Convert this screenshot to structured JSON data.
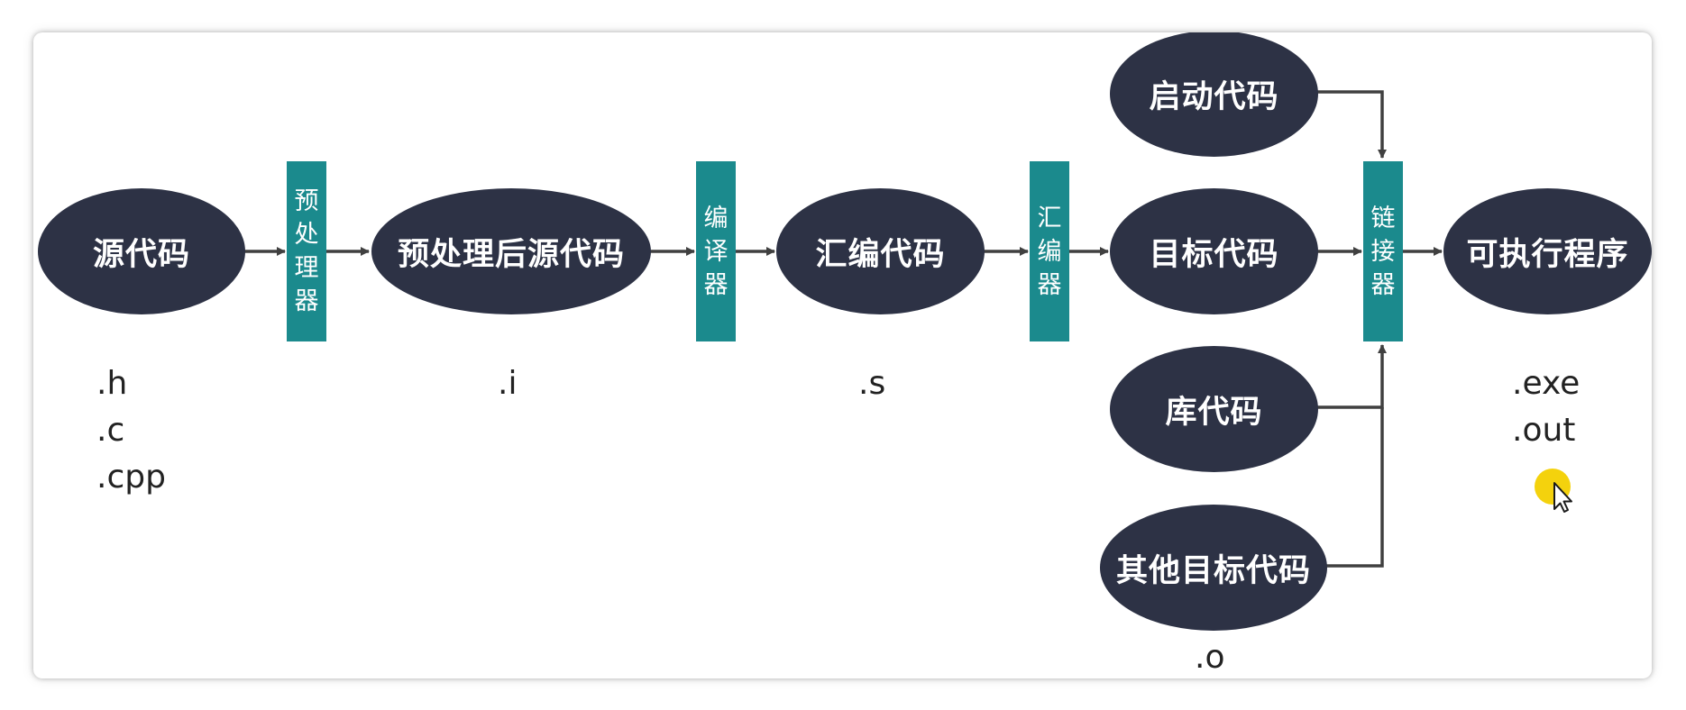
{
  "colors": {
    "node_fill": "#2d3245",
    "tool_fill": "#1b8a8d",
    "arrow": "#404040",
    "cursor_highlight": "#f3d000"
  },
  "nodes": {
    "source": "源代码",
    "preprocessed": "预处理后源代码",
    "assembly": "汇编代码",
    "object": "目标代码",
    "startup": "启动代码",
    "library": "库代码",
    "other_object": "其他目标代码",
    "executable": "可执行程序"
  },
  "tools": {
    "preprocessor": "预处理器",
    "compiler": "编译器",
    "assembler": "汇编器",
    "linker": "链接器"
  },
  "extensions": {
    "source": [
      ".h",
      ".c",
      ".cpp"
    ],
    "preprocessed": [
      ".i"
    ],
    "assembly": [
      ".s"
    ],
    "object": [
      ".o"
    ],
    "executable": [
      ".exe",
      ".out"
    ]
  },
  "icons": {
    "cursor": "mouse-pointer-icon"
  }
}
